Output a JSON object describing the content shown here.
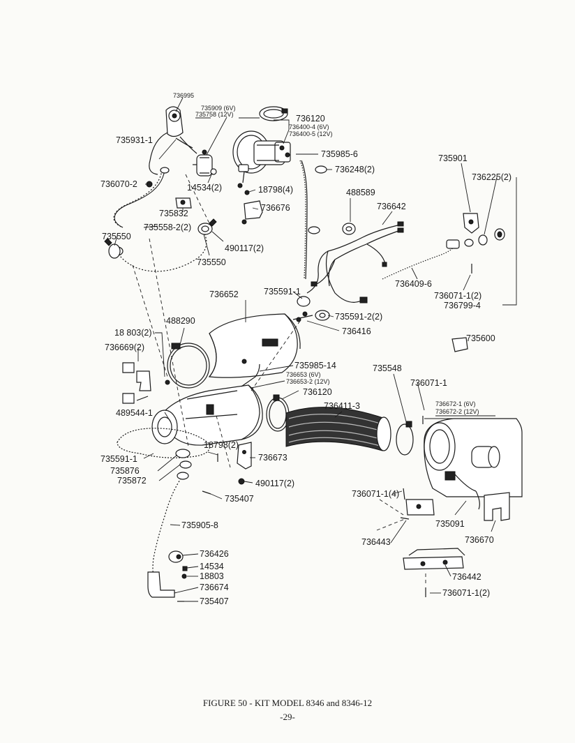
{
  "caption": "FIGURE 50 - KIT MODEL 8346 and 8346-12",
  "page_number": "-29-",
  "parts": {
    "p736995": "736995",
    "p735909": "735909  (6V)",
    "p735758": "735758     (12V)",
    "p736120a": "736120",
    "p736400_4": "736400-4  (6V)",
    "p736400_5": "736400-5  (12V)",
    "p735931_1": "735931-1",
    "p735985_6": "735985-6",
    "p736248": "736248(2)",
    "p735901": "735901",
    "p736225": "736225(2)",
    "p736070_2": "736070-2",
    "p14534_2": "14534(2)",
    "p18798_4": "18798(4)",
    "p488589": "488589",
    "p736642": "736642",
    "p735832": "735832",
    "p736676": "736676",
    "p735558_2": "735558-2(2)",
    "p735550a": "735550",
    "p490117_2a": "490117(2)",
    "p735550b": "735550",
    "p736409_6": "736409-6",
    "p736071_1_2a": "736071-1(2)",
    "p736799_4": "736799-4",
    "p736652": "736652",
    "p735591_1a": "735591-1",
    "p735591_2": "735591-2(2)",
    "p736416": "736416",
    "p18803_2": "18 803(2)",
    "p488290": "488290",
    "p735600": "735600",
    "p736669_2": "736669(2)",
    "p735985_14": "735985-14",
    "p736653": "736653  (6V)",
    "p736653_2": "736653-2  (12V)",
    "p735548": "735548",
    "p736071_1a": "736071-1",
    "p736120b": "736120",
    "p736411_3": "736411-3",
    "p736672_1": "736672-1  (6V)",
    "p736672_2": "736672-2  (12V)",
    "p489544_1": "489544-1",
    "p18798_2": "18798(2)",
    "p735591_1b": "735591-1",
    "p736673": "736673",
    "p735876": "735876",
    "p735872": "735872",
    "p490117_2b": "490117(2)",
    "p735407a": "735407",
    "p736071_1_4": "736071-1(4)",
    "p735905_8": "735905-8",
    "p735091": "735091",
    "p736443": "736443",
    "p736670": "736670",
    "p736426": "736426",
    "p14534": "14534",
    "p18803": "18803",
    "p736442": "736442",
    "p736674": "736674",
    "p736071_1_2b": "736071-1(2)",
    "p735407b": "735407"
  }
}
